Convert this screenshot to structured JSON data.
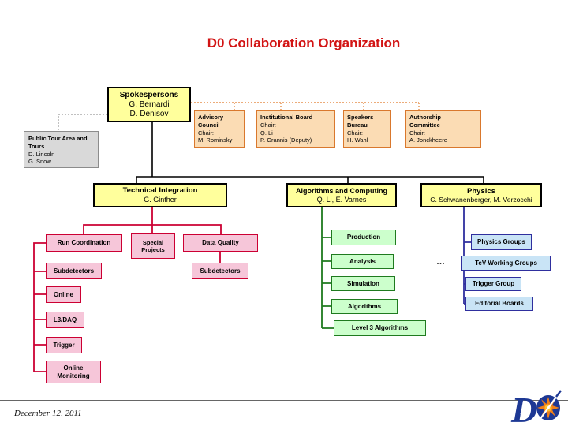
{
  "slide": {
    "title": "D0 Collaboration Organization",
    "footer_date": "December 12, 2011",
    "ellipsis": "…",
    "logo": {
      "d": "D",
      "small_d": "D"
    }
  },
  "nodes": {
    "spokespersons": {
      "title": "Spokespersons",
      "line1": "G. Bernardi",
      "line2": "D. Denisov"
    },
    "public_tour": {
      "title": "Public Tour Area and Tours",
      "line1": "D. Lincoln",
      "line2": "G. Snow"
    },
    "advisory_council": {
      "title": "Advisory Council",
      "chair_label": "Chair:",
      "chair": "M. Rominsky"
    },
    "institutional_board": {
      "title": "Institutional Board",
      "chair_label": "Chair:",
      "chair": "Q. Li",
      "deputy": "P. Grannis (Deputy)"
    },
    "speakers_bureau": {
      "title": "Speakers Bureau",
      "chair_label": "Chair:",
      "chair": "H. Wahl"
    },
    "authorship_committee": {
      "title": "Authorship Committee",
      "chair_label": "Chair:",
      "chair": "A. Jonckheere"
    },
    "technical_integration": {
      "title": "Technical Integration",
      "leads": "G. Ginther"
    },
    "algorithms_computing": {
      "title": "Algorithms and Computing",
      "leads": "Q. Li, E. Varnes"
    },
    "physics": {
      "title": "Physics",
      "leads": "C. Schwanenberger, M. Verzocchi"
    },
    "run_coordination": {
      "label": "Run Coordination"
    },
    "special_projects": {
      "label": "Special Projects"
    },
    "data_quality": {
      "label": "Data Quality"
    },
    "subdetectors_run": {
      "label": "Subdetectors"
    },
    "online": {
      "label": "Online"
    },
    "l3_daq": {
      "label": "L3/DAQ"
    },
    "trigger": {
      "label": "Trigger"
    },
    "online_monitoring": {
      "label": "Online Monitoring"
    },
    "subdetectors_dq": {
      "label": "Subdetectors"
    },
    "production": {
      "label": "Production"
    },
    "analysis": {
      "label": "Analysis"
    },
    "simulation": {
      "label": "Simulation"
    },
    "algorithms": {
      "label": "Algorithms"
    },
    "level3_algorithms": {
      "label": "Level 3 Algorithms"
    },
    "physics_groups": {
      "label": "Physics Groups"
    },
    "tev_working_groups": {
      "label": "TeV Working Groups"
    },
    "trigger_group": {
      "label": "Trigger Group"
    },
    "editorial_boards": {
      "label": "Editorial Boards"
    }
  },
  "colors": {
    "title_red": "#D21414",
    "yellow_fill": "#FFFF9C",
    "black_border": "#000000",
    "peach_fill": "#FBDCB4",
    "orange_border": "#D9782D",
    "gray_fill": "#D9D9D9",
    "gray_border": "#8C8C8C",
    "pink_fill": "#F6C6D9",
    "crimson_border": "#CC0033",
    "green_fill": "#CCFFCC",
    "green_border": "#1F7A1F",
    "blue_fill": "#C9E4F6",
    "navy_border": "#2F2F9E",
    "logo_blue": "#1D3894",
    "logo_orange": "#F28018"
  }
}
